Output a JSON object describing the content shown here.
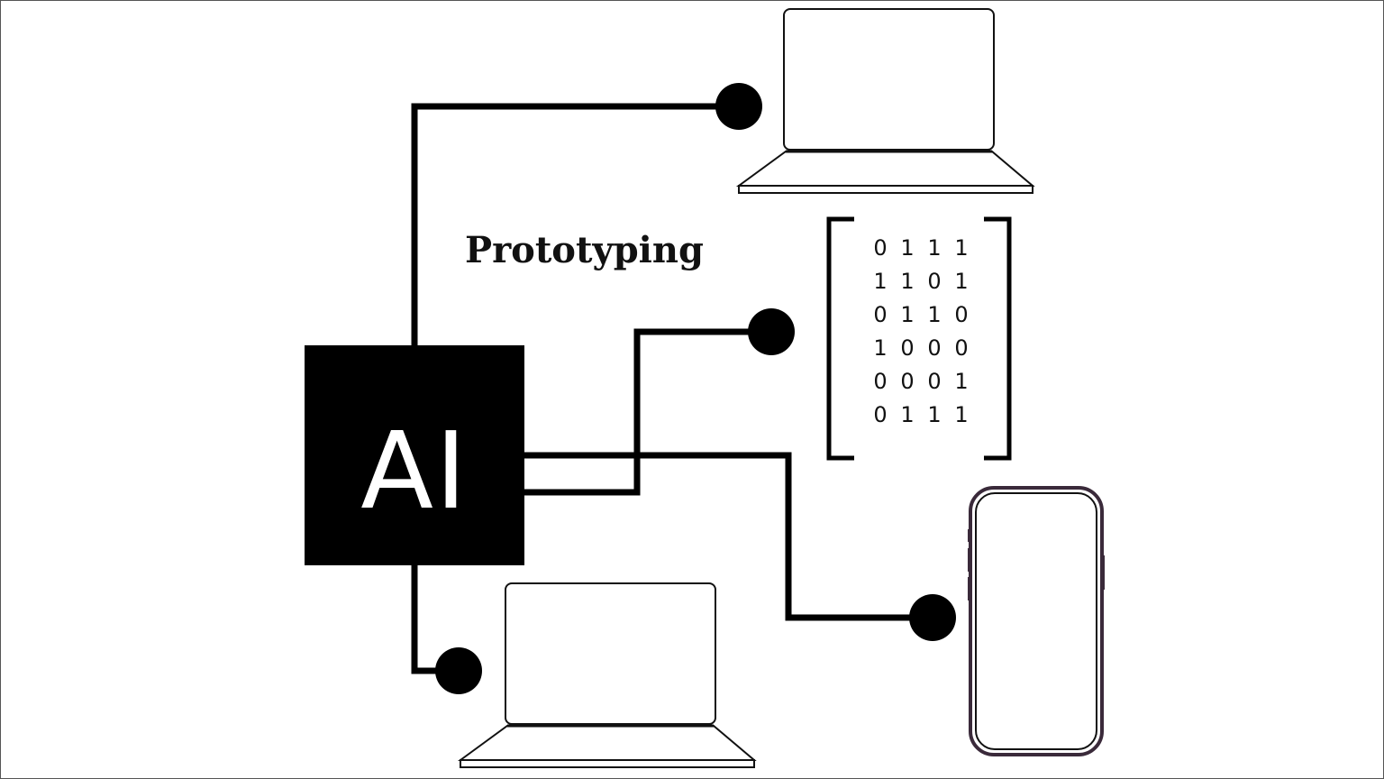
{
  "diagram": {
    "title": "Prototyping",
    "hub": {
      "label": "AI"
    },
    "matrix": {
      "rows": [
        [
          "0",
          "1",
          "1",
          "1"
        ],
        [
          "1",
          "1",
          "0",
          "1"
        ],
        [
          "0",
          "1",
          "1",
          "0"
        ],
        [
          "1",
          "0",
          "0",
          "0"
        ],
        [
          "0",
          "0",
          "0",
          "1"
        ],
        [
          "0",
          "1",
          "1",
          "1"
        ]
      ]
    },
    "nodes": [
      {
        "icon": "laptop-icon"
      },
      {
        "icon": "binary-matrix-icon"
      },
      {
        "icon": "smartphone-icon"
      },
      {
        "icon": "laptop-icon"
      }
    ]
  },
  "colors": {
    "background": "#ffffff",
    "hub_fill": "#000000",
    "hub_text": "#ffffff",
    "line": "#000000",
    "phone_frame": "#3a2a3a"
  }
}
